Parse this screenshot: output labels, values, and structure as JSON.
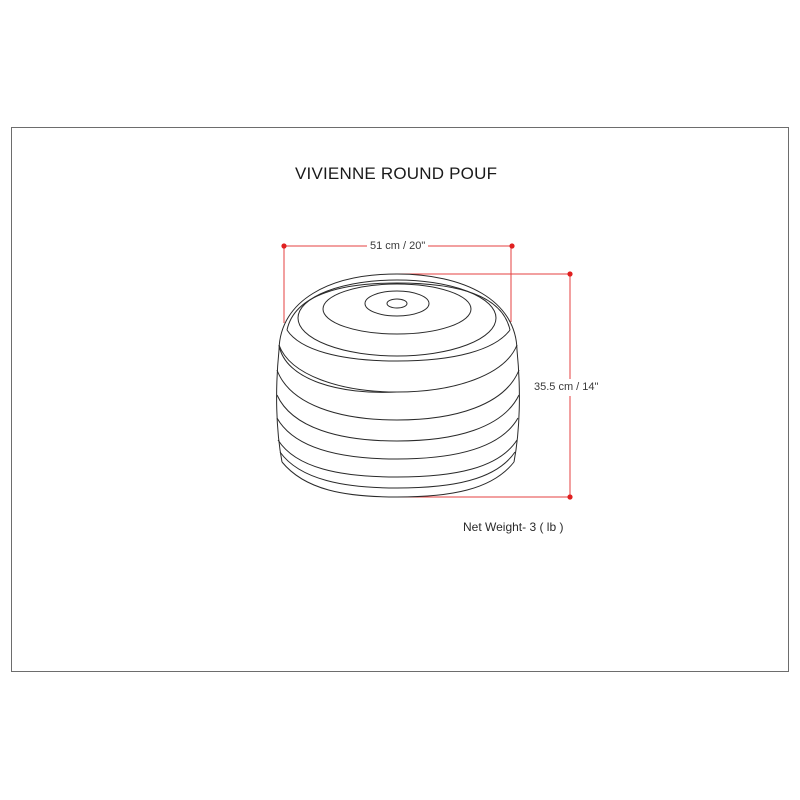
{
  "title": "VIVIENNE ROUND POUF",
  "dimensions": {
    "width_label": "51 cm / 20\"",
    "height_label": "35.5 cm / 14\""
  },
  "net_weight_label": "Net Weight- 3 ( lb )",
  "colors": {
    "dimension_line": "#e02020",
    "outline": "#2a2a2a",
    "frame": "#6d6d6d"
  }
}
